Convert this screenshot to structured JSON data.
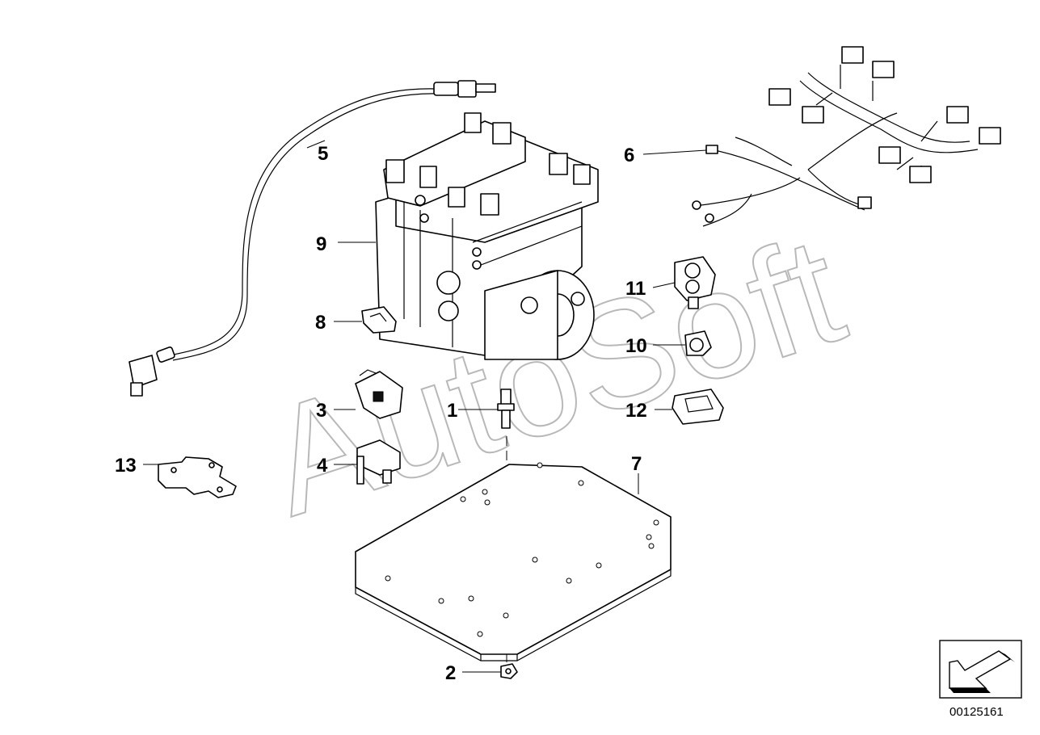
{
  "diagram": {
    "watermark": "AutoSoft",
    "document_number": "00125161",
    "callouts": [
      "1",
      "2",
      "3",
      "4",
      "5",
      "6",
      "7",
      "8",
      "9",
      "10",
      "11",
      "12",
      "13"
    ],
    "nav_icon": "arrow-icon"
  }
}
